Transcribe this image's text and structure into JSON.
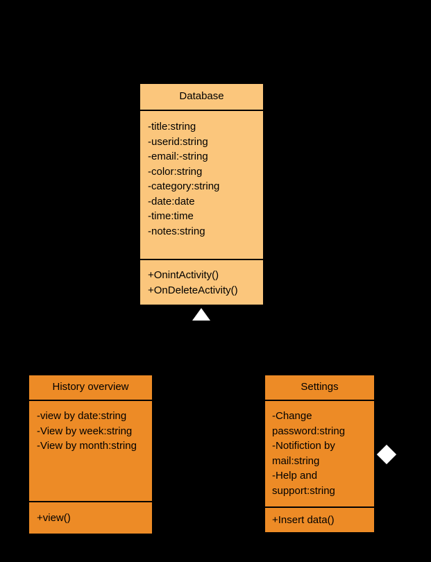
{
  "diagram": {
    "type": "uml-class-diagram",
    "background_color": "#000000",
    "classes": [
      {
        "id": "database",
        "name": "Database",
        "fill_color": "#FBC67C",
        "attributes": [
          "-title:string",
          "-userid:string",
          "-email:-string",
          "-color:string",
          "-category:string",
          "-date:date",
          "-time:time",
          "-notes:string"
        ],
        "methods": [
          "+OnintActivity()",
          "+OnDeleteActivity()"
        ]
      },
      {
        "id": "history",
        "name": "History overview",
        "fill_color": "#ED8B26",
        "attributes": [
          "-view by date:string",
          "-View by week:string",
          "-View by month:string"
        ],
        "methods": [
          "+view()"
        ]
      },
      {
        "id": "settings",
        "name": "Settings",
        "fill_color": "#ED8B26",
        "attributes": [
          "-Change password:string",
          "-Notifiction by mail:string",
          "-Help and support:string"
        ],
        "methods": [
          "+Insert data()"
        ]
      }
    ],
    "connectors": [
      {
        "id": "generalization",
        "shape": "hollow-triangle",
        "color": "#FFFFFF",
        "points_to": "Database"
      },
      {
        "id": "aggregation",
        "shape": "hollow-diamond",
        "color": "#FFFFFF",
        "attached_to": "Settings"
      }
    ]
  }
}
